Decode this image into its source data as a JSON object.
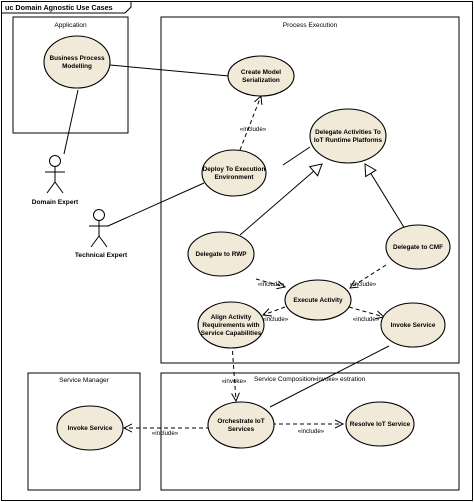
{
  "frame": {
    "title": "uc Domain Agnostic Use Cases"
  },
  "boundaries": {
    "application": "Application",
    "process_execution": "Process Execution",
    "service_manager": "Service Manager",
    "service_composition": "Service Composition",
    "service_composition_tail": "estration"
  },
  "actors": {
    "domain_expert": "Domain Expert",
    "technical_expert": "Technical Expert"
  },
  "use_cases": {
    "business_process_modelling": [
      "Business Process",
      "Modelling"
    ],
    "create_model_serialization": [
      "Create Model",
      "Serialization"
    ],
    "delegate_activities": [
      "Delegate Activities To",
      "IoT Runtime Platforms"
    ],
    "deploy_execution": [
      "Deploy To Execution",
      "Environment"
    ],
    "delegate_rwp": [
      "Delegate to RWP"
    ],
    "delegate_cmf": [
      "Delegate to CMF"
    ],
    "execute_activity": [
      "Execute Activity"
    ],
    "align_activity": [
      "Align Activity",
      "Requirements with",
      "Service Capabilities"
    ],
    "invoke_service_pe": [
      "Invoke Service"
    ],
    "invoke_service_sm": [
      "Invoke Service"
    ],
    "orchestrate_iot": [
      "Orchestrate IoT",
      "Services"
    ],
    "resolve_iot": [
      "Resolve IoT Service"
    ]
  },
  "stereotype": "«include»",
  "stereotype_invoke": "«invoke»"
}
